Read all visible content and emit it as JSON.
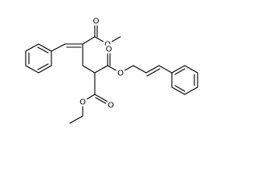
{
  "molecule": {
    "atom_labels": {
      "o_carbonyl_methyl_ester": "O",
      "o_ether_methyl_ester": "O",
      "o_carbonyl_cinnamyl_ester": "O",
      "o_ether_cinnamyl_ester": "O",
      "o_carbonyl_ethyl_ester": "O",
      "o_ether_ethyl_ester": "O"
    }
  }
}
